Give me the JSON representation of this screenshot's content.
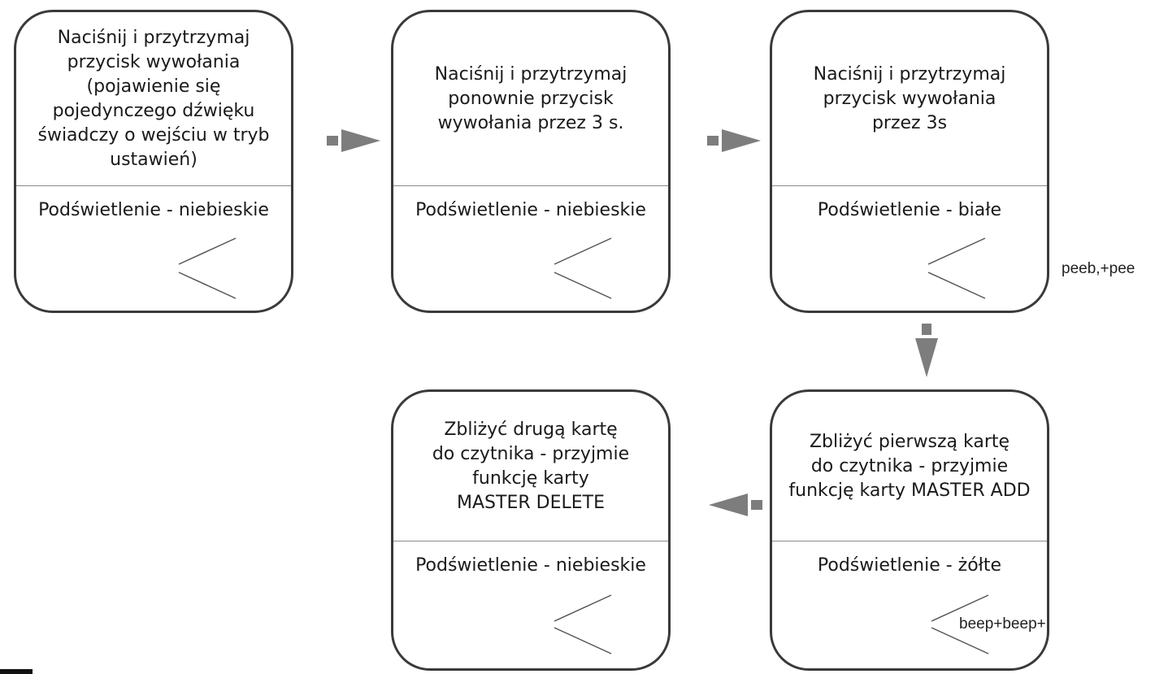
{
  "steps": [
    {
      "text": "Naciśnij i przytrzymaj\nprzycisk wywołania\n(pojawienie się\npojedynczego dźwięku\nświadczy o wejściu w tryb\nustawień)",
      "light": "Podświetlenie - niebieskie"
    },
    {
      "text": "Naciśnij i przytrzymaj\nponownie przycisk\nwywołania przez 3 s.",
      "light": "Podświetlenie - niebieskie"
    },
    {
      "text": "Naciśnij i przytrzymaj\nprzycisk wywołania\nprzez 3s",
      "light": "Podświetlenie - białe"
    },
    {
      "text": "Zbliżyć pierwszą kartę\ndo czytnika - przyjmie\nfunkcję karty MASTER ADD",
      "light": "Podświetlenie - żółte"
    },
    {
      "text": "Zbliżyć drugą kartę\ndo czytnika - przyjmie\nfunkcję karty\nMASTER DELETE",
      "light": "Podświetlenie - niebieskie"
    }
  ],
  "sounds": {
    "step3": "peeb,+pee",
    "step4": "beep+beep+"
  },
  "colors": {
    "border": "#3a3a3a",
    "arrow": "#7d7d7d",
    "divider": "#8a8a8a"
  }
}
